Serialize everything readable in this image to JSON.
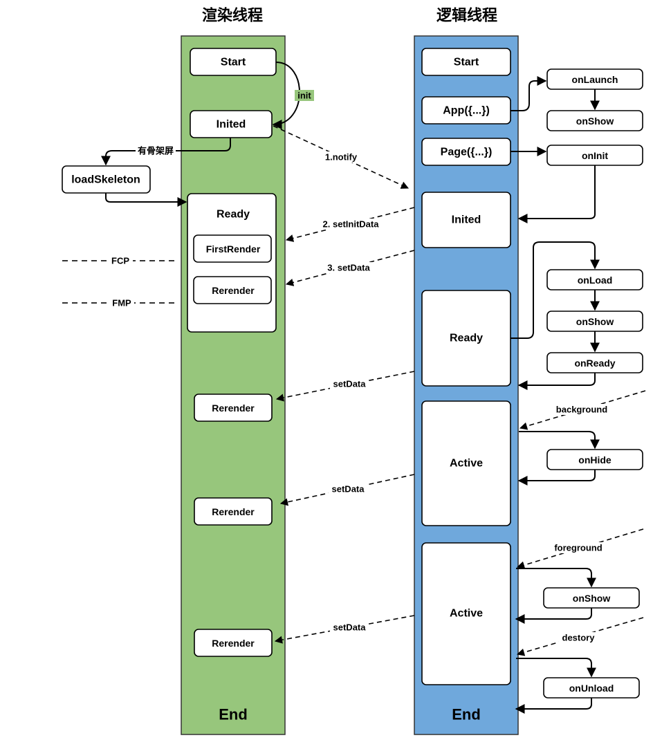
{
  "titles": {
    "render": "渲染线程",
    "logic": "逻辑线程"
  },
  "render_lane": {
    "start": "Start",
    "inited": "Inited",
    "ready": "Ready",
    "first_render": "FirstRender",
    "rerender_1": "Rerender",
    "rerender_2": "Rerender",
    "rerender_3": "Rerender",
    "rerender_4": "Rerender",
    "end": "End"
  },
  "logic_lane": {
    "start": "Start",
    "app": "App({...})",
    "page": "Page({...})",
    "inited": "Inited",
    "ready": "Ready",
    "active_1": "Active",
    "active_2": "Active",
    "end": "End"
  },
  "lifecycle": {
    "on_launch": "onLaunch",
    "on_show_app": "onShow",
    "on_init": "onInit",
    "on_load": "onLoad",
    "on_show_page": "onShow",
    "on_ready": "onReady",
    "on_hide": "onHide",
    "on_show_fg": "onShow",
    "on_unload": "onUnload"
  },
  "side": {
    "load_skeleton": "loadSkeleton",
    "skeleton_label": "有骨架屏",
    "fcp": "FCP",
    "fmp": "FMP"
  },
  "edges": {
    "init": "init",
    "notify": "1.notify",
    "set_init_data": "2. setInitData",
    "set_data_3": "3. setData",
    "set_data_a": "setData",
    "set_data_b": "setData",
    "set_data_c": "setData",
    "background": "background",
    "foreground": "foreground",
    "destory": "destory"
  },
  "colors": {
    "render_lane": "#97c67c",
    "logic_lane": "#6fa8dc",
    "box_fill": "#ffffff",
    "stroke": "#000000"
  }
}
